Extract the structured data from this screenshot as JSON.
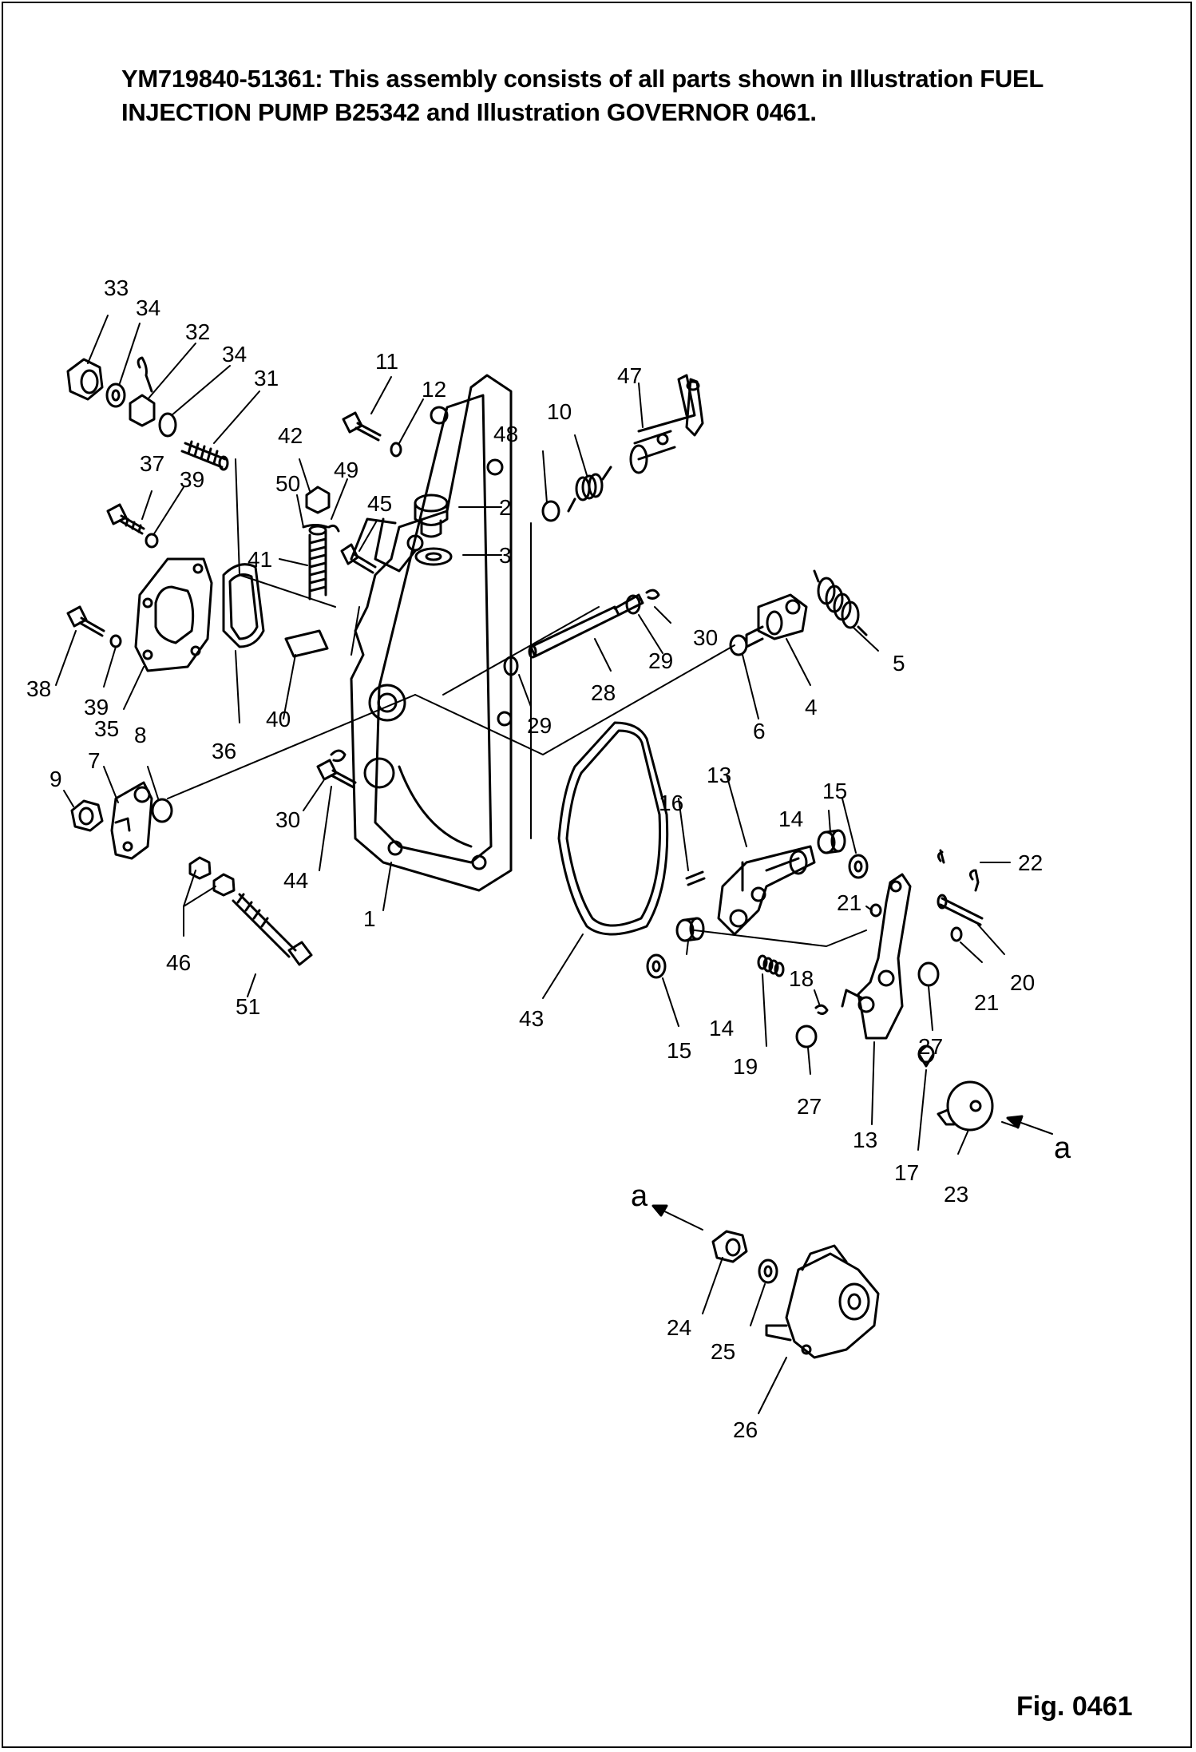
{
  "header": {
    "line1": "YM719840-51361: This assembly consists of all parts shown in Illustration FUEL",
    "line2": "INJECTION PUMP B25342 and Illustration GOVERNOR 0461."
  },
  "figure_label": "Fig. 0461",
  "callouts": [
    "1",
    "2",
    "3",
    "4",
    "5",
    "6",
    "7",
    "8",
    "9",
    "10",
    "11",
    "12",
    "13",
    "14",
    "15",
    "16",
    "17",
    "18",
    "19",
    "20",
    "21",
    "22",
    "23",
    "24",
    "25",
    "26",
    "27",
    "28",
    "29",
    "30",
    "31",
    "32",
    "33",
    "34",
    "35",
    "36",
    "37",
    "38",
    "39",
    "40",
    "41",
    "42",
    "43",
    "44",
    "45",
    "46",
    "47",
    "48",
    "49",
    "50",
    "51"
  ],
  "view_marker": "a"
}
